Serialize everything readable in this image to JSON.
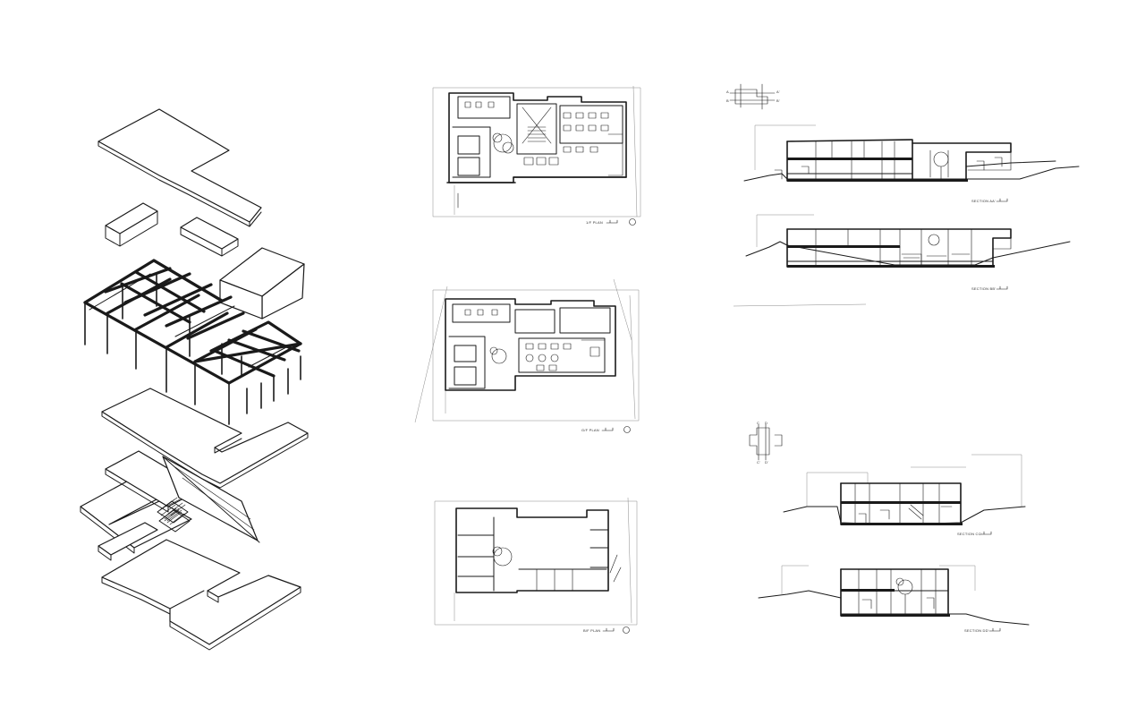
{
  "sheet": {
    "ink_color": "#1a1a1a",
    "paper_color": "#ffffff"
  },
  "plans": [
    {
      "id": "plan-level-2",
      "label": "1/F PLAN"
    },
    {
      "id": "plan-level-1",
      "label": "G/F PLAN"
    },
    {
      "id": "plan-level-0",
      "label": "B/F PLAN"
    }
  ],
  "sections": [
    {
      "id": "section-aa",
      "label": "SECTION AA'"
    },
    {
      "id": "section-bb",
      "label": "SECTION BB'"
    },
    {
      "id": "section-cc",
      "label": "SECTION CC'"
    },
    {
      "id": "section-dd",
      "label": "SECTION DD'"
    }
  ],
  "key_plans": [
    {
      "id": "key-plan-ab",
      "tags": [
        "A",
        "B",
        "A'",
        "B'"
      ]
    },
    {
      "id": "key-plan-cd",
      "tags": [
        "C",
        "D",
        "C'",
        "D'"
      ]
    }
  ]
}
